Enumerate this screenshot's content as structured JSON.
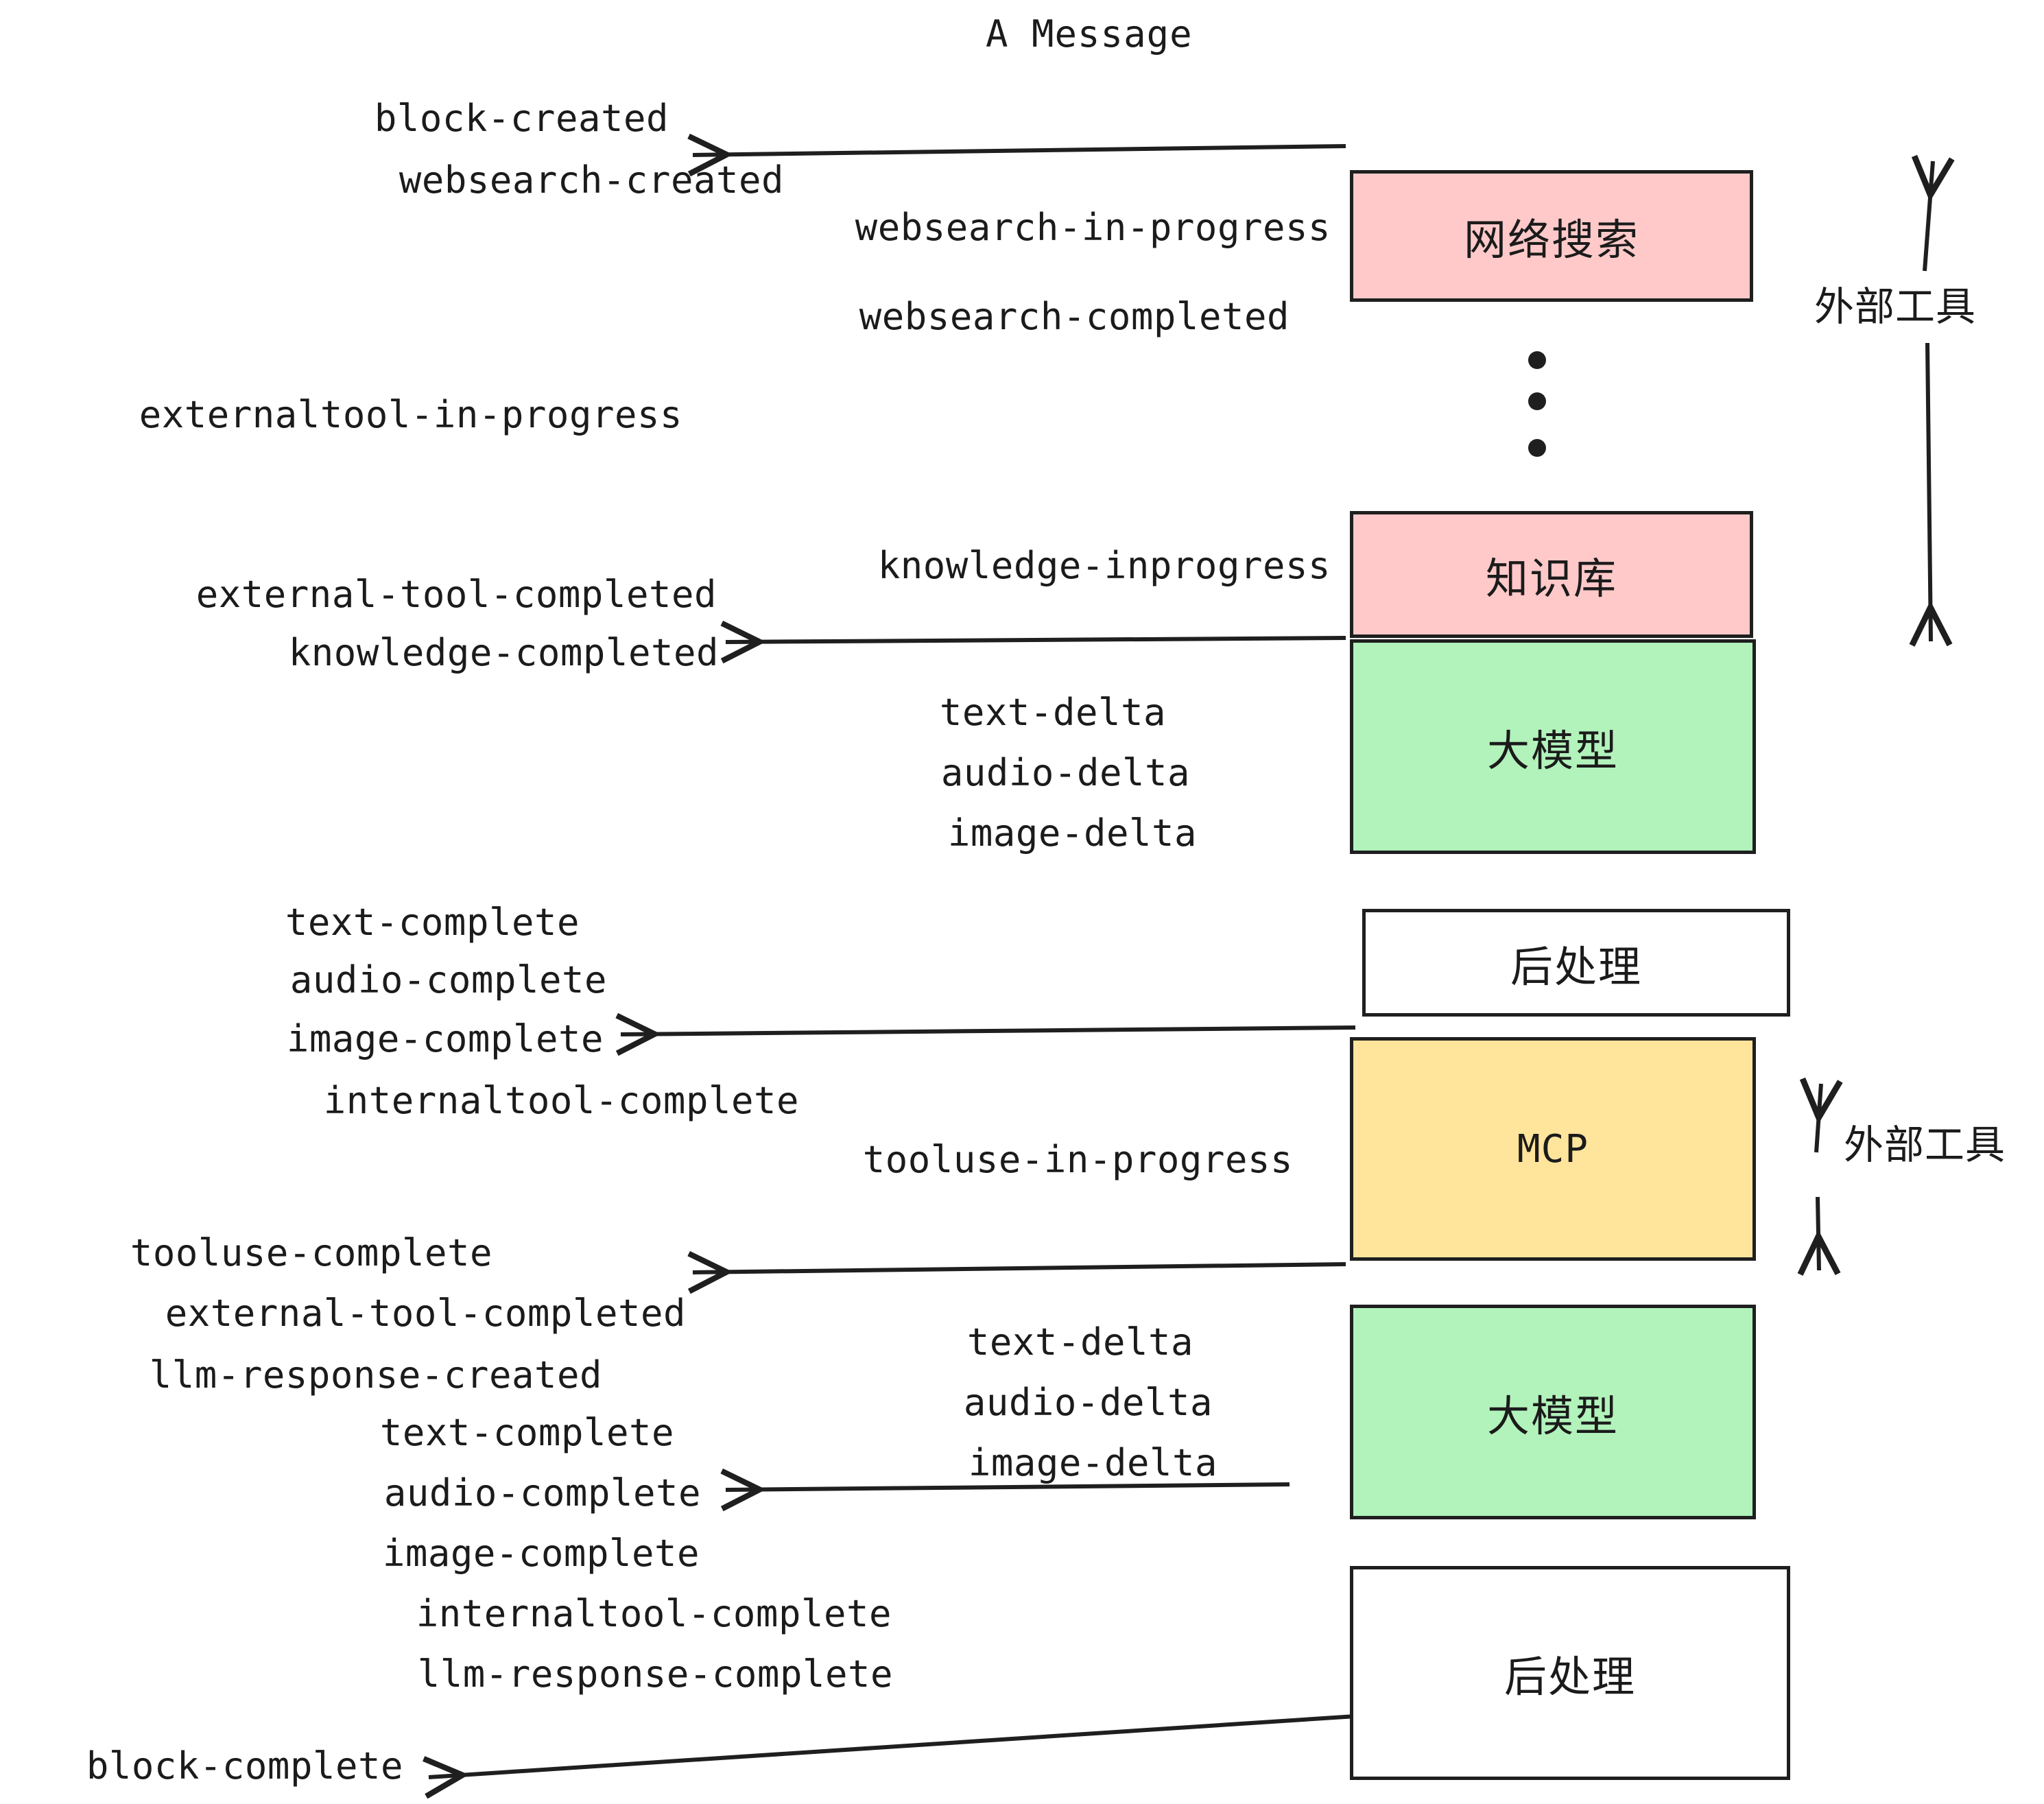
{
  "title": "A Message",
  "colors": {
    "pink": "#FFC9C9",
    "green": "#B2F2BB",
    "yellow": "#FFE49C",
    "white": "#FFFFFF",
    "stroke": "#1F1F1F",
    "text": "#1B1B1B",
    "background": "#FFFFFF"
  },
  "nodes": [
    {
      "id": "websearch",
      "label": "网络搜索",
      "fill": "pink"
    },
    {
      "id": "knowledge",
      "label": "知识库",
      "fill": "pink"
    },
    {
      "id": "llm-1",
      "label": "大模型",
      "fill": "green"
    },
    {
      "id": "postprocess-1",
      "label": "后处理",
      "fill": "white"
    },
    {
      "id": "mcp",
      "label": "MCP",
      "fill": "yellow"
    },
    {
      "id": "llm-2",
      "label": "大模型",
      "fill": "green"
    },
    {
      "id": "postprocess-2",
      "label": "后处理",
      "fill": "white"
    }
  ],
  "side_labels": [
    {
      "id": "external-tools-top",
      "label": "外部工具"
    },
    {
      "id": "external-tools-bottom",
      "label": "外部工具"
    }
  ],
  "events": {
    "block_created": "block-created",
    "websearch_created": "websearch-created",
    "websearch_in_progress": "websearch-in-progress",
    "websearch_completed": "websearch-completed",
    "externaltool_in_progress": "externaltool-in-progress",
    "knowledge_inprogress": "knowledge-inprogress",
    "external_tool_completed": "external-tool-completed",
    "knowledge_completed": "knowledge-completed",
    "text_delta_1": "text-delta",
    "audio_delta_1": "audio-delta",
    "image_delta_1": "image-delta",
    "text_complete_1": "text-complete",
    "audio_complete_1": "audio-complete",
    "image_complete_1": "image-complete",
    "internaltool_complete_1": "internaltool-complete",
    "tooluse_in_progress": "tooluse-in-progress",
    "tooluse_complete": "tooluse-complete",
    "external_tool_completed_2": "external-tool-completed",
    "llm_response_created": "llm-response-created",
    "text_delta_2": "text-delta",
    "audio_delta_2": "audio-delta",
    "image_delta_2": "image-delta",
    "text_complete_2": "text-complete",
    "audio_complete_2": "audio-complete",
    "image_complete_2": "image-complete",
    "internaltool_complete_2": "internaltool-complete",
    "llm_response_complete": "llm-response-complete",
    "block_complete": "block-complete"
  },
  "ellipsis": {
    "id": "vertical-ellipsis",
    "count": 3
  }
}
